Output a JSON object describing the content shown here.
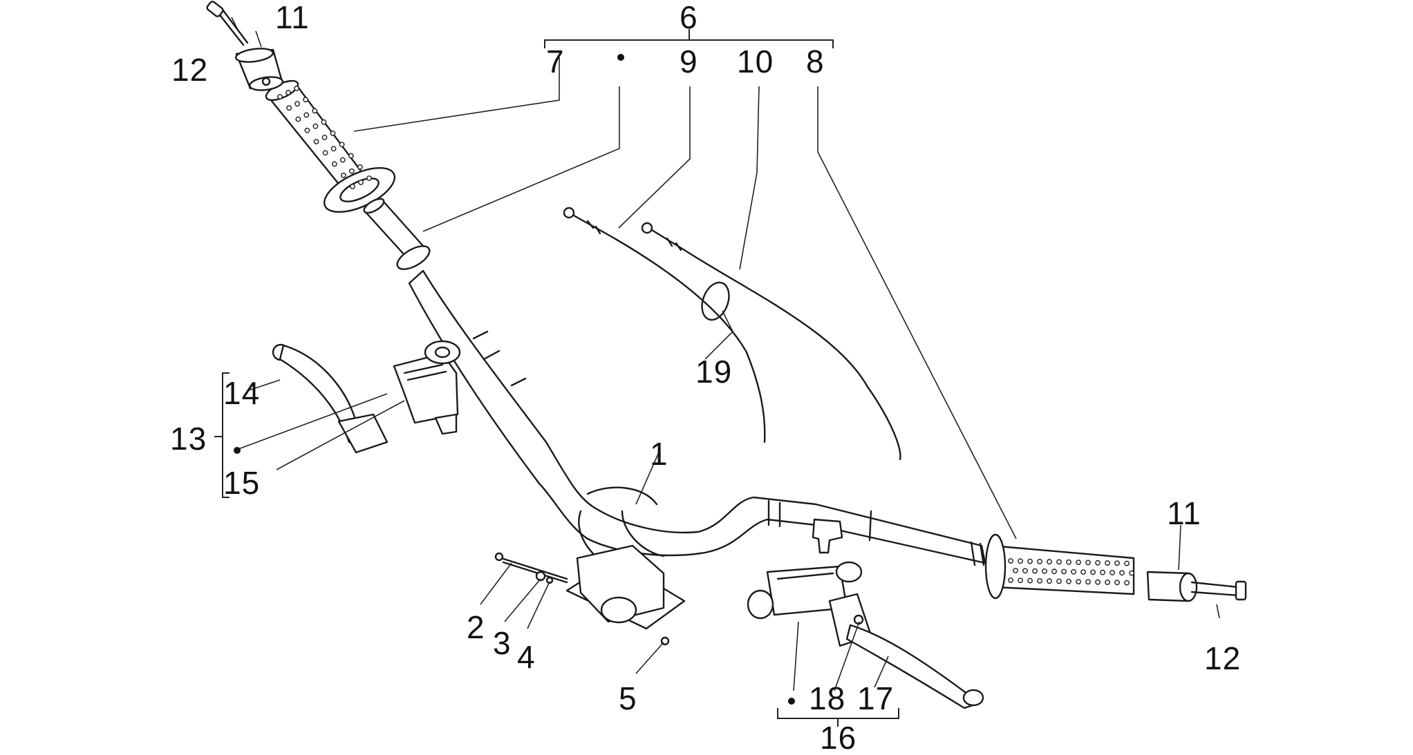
{
  "callouts": {
    "c1": "1",
    "c2": "2",
    "c3": "3",
    "c4": "4",
    "c5": "5",
    "c6": "6",
    "c7": "7",
    "c8": "8",
    "c9": "9",
    "c10": "10",
    "c11_left": "11",
    "c11_right": "11",
    "c12_left": "12",
    "c12_right": "12",
    "c13": "13",
    "c14": "14",
    "c15": "15",
    "c16": "16",
    "c17": "17",
    "c18": "18",
    "c19": "19"
  }
}
